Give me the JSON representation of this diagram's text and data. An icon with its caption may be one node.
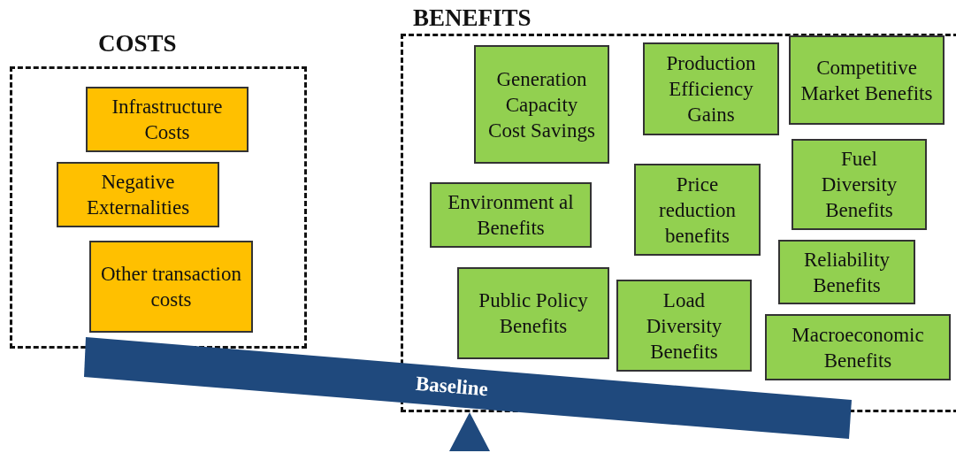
{
  "diagram": {
    "nodes": [
      {
        "text": [
          "COSTS"
        ]
      },
      {
        "text": [
          "Infrastructure Costs"
        ],
        "in": 0
      },
      {
        "text": [
          "Negative Externalities"
        ],
        "in": 0
      },
      {
        "text": [
          "Other transaction costs"
        ],
        "in": 0
      },
      {
        "text": [
          "BENEFITS"
        ]
      },
      {
        "text": [
          "Generation Capacity Cost Savings"
        ],
        "in": 4
      },
      {
        "text": [
          "Production Efficiency Gains"
        ],
        "in": 4
      },
      {
        "text": [
          "Competitive Market Benefits"
        ],
        "in": 4
      },
      {
        "text": [
          "Environment al Benefits"
        ],
        "in": 4
      },
      {
        "text": [
          "Price reduction benefits"
        ],
        "in": 4
      },
      {
        "text": [
          "Fuel Diversity Benefits"
        ],
        "in": 4
      },
      {
        "text": [
          "Reliability Benefits"
        ],
        "in": 4
      },
      {
        "text": [
          "Public Policy Benefits"
        ],
        "in": 4
      },
      {
        "text": [
          "Load Diversity Benefits"
        ],
        "in": 4
      },
      {
        "text": [
          "Macroeconomic Benefits"
        ],
        "in": 4
      }
    ],
    "edges": [],
    "labels": [
      "Baseline"
    ]
  }
}
